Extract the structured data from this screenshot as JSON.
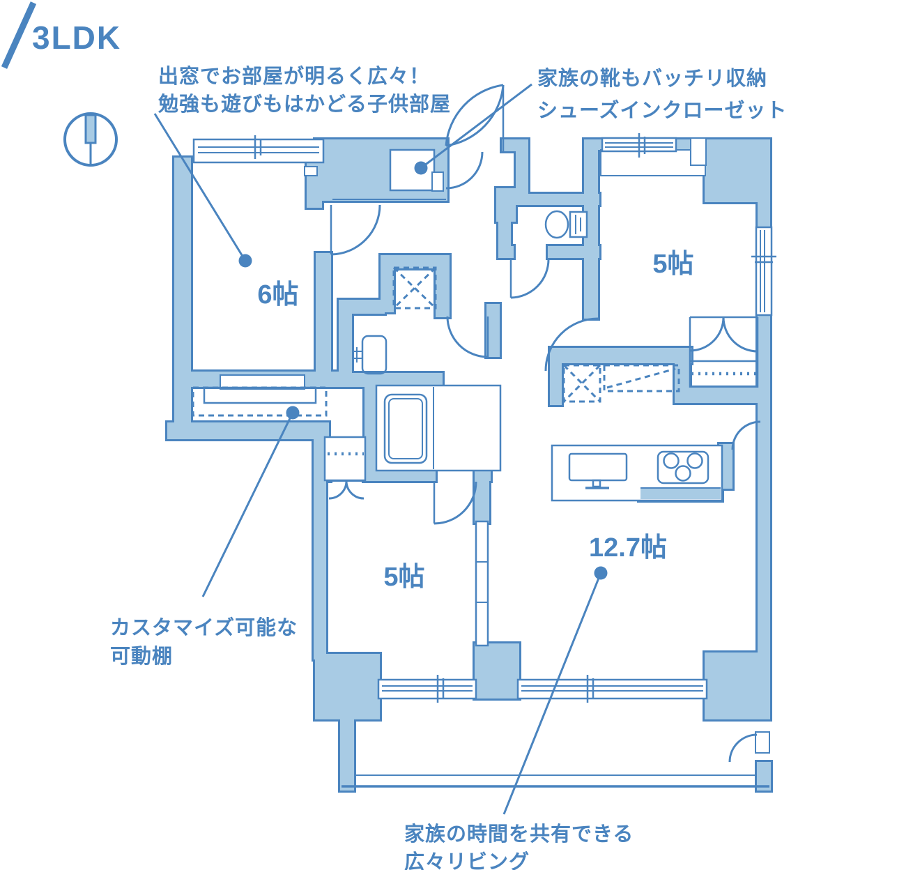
{
  "title": "3LDK",
  "rooms": {
    "child_room": {
      "label": "6帖"
    },
    "bedroom_upper": {
      "label": "5帖"
    },
    "bedroom_lower": {
      "label": "5帖"
    },
    "living": {
      "label": "12.7帖"
    }
  },
  "annotations": {
    "bay_window": {
      "line1": "出窓でお部屋が明るく広々！",
      "line2": "勉強も遊びもはかどる子供部屋"
    },
    "shoe_closet": {
      "line1": "家族の靴もバッチリ収納",
      "line2": "シューズインクローゼット"
    },
    "movable_shelf": {
      "line1": "カスタマイズ可能な",
      "line2": "可動棚"
    },
    "living_room": {
      "line1": "家族の時間を共有できる",
      "line2": "広々リビング"
    }
  },
  "icons": {
    "compass": "compass-icon",
    "entrance_door": "entrance-door-arc-icon",
    "toilet": "toilet-icon",
    "bathtub": "bathtub-icon",
    "washbasin": "washbasin-icon",
    "kitchen_sink": "kitchen-sink-icon",
    "stove": "stove-icon",
    "pipe_space": "pipe-space-x-icon",
    "marker": "marker-dot-icon"
  },
  "colors": {
    "accent_line": "#4a84bf",
    "wall_fill": "#a8cbe4",
    "room_fill": "#ffffff",
    "background": "#ffffff"
  }
}
